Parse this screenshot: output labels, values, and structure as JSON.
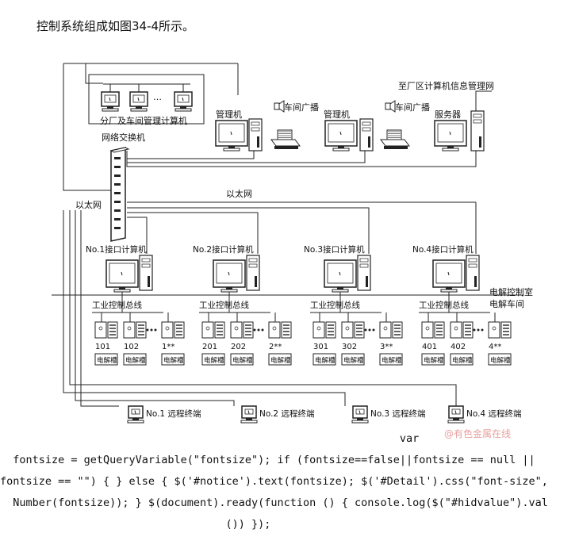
{
  "title": "控制系统组成如图34-4所示。",
  "labels": {
    "branch_pcs": "分厂及车间管理计算机",
    "ellipsis": "…",
    "switch": "网络交换机",
    "mgmt1": "管理机",
    "mgmt2": "管理机",
    "broadcast1": "车间广播",
    "broadcast2": "车间广播",
    "server": "服务器",
    "plant_net": "至厂区计算机信息管理网",
    "ethernet_left": "以太网",
    "ethernet_mid": "以太网",
    "room": "电解控制室",
    "workshop": "电解车间",
    "watermark": "@有色金属在线"
  },
  "interfaces": [
    {
      "label": "No.1接口计算机",
      "bus": "工业控制总线",
      "cells": [
        "101",
        "102",
        "1**"
      ]
    },
    {
      "label": "No.2接口计算机",
      "bus": "工业控制总线",
      "cells": [
        "201",
        "202",
        "2**"
      ]
    },
    {
      "label": "No.3接口计算机",
      "bus": "工业控制总线",
      "cells": [
        "301",
        "302",
        "3**"
      ]
    },
    {
      "label": "No.4接口计算机",
      "bus": "工业控制总线",
      "cells": [
        "401",
        "402",
        "4**"
      ]
    }
  ],
  "cell_tank": "电解槽",
  "terminals": [
    "No.1 远程终端",
    "No.2 远程终端",
    "No.3 远程终端",
    "No.4 远程终端"
  ],
  "code_lines": [
    "                                                              var",
    "  fontsize = getQueryVariable(\"fontsize\"); if (fontsize==false||fontsize == null ||",
    "fontsize == \"\") { } else { $('#notice').text(fontsize); $('#Detail').css(\"font-size\",",
    "  Number(fontsize)); } $(document).ready(function () { console.log($(\"#hidvalue\").val",
    "                                   ()) });"
  ]
}
